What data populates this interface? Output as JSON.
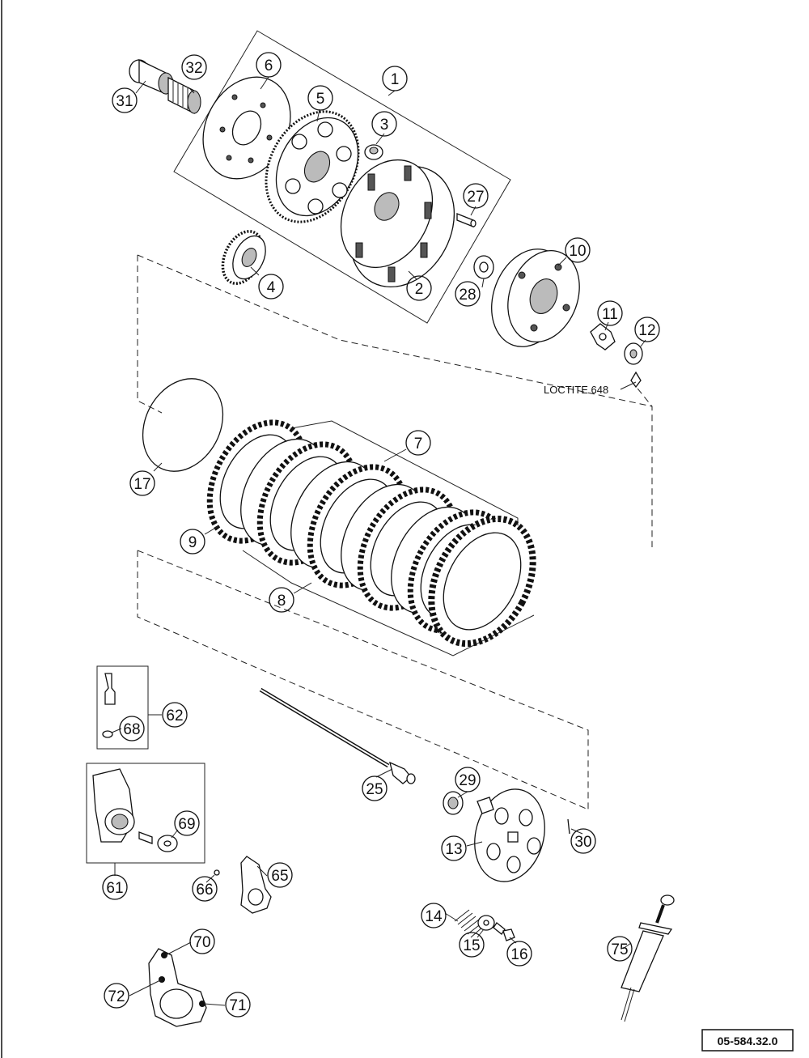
{
  "callouts": [
    {
      "id": "c1",
      "label": "1"
    },
    {
      "id": "c2",
      "label": "2"
    },
    {
      "id": "c3",
      "label": "3"
    },
    {
      "id": "c4",
      "label": "4"
    },
    {
      "id": "c5",
      "label": "5"
    },
    {
      "id": "c6",
      "label": "6"
    },
    {
      "id": "c7",
      "label": "7"
    },
    {
      "id": "c8",
      "label": "8"
    },
    {
      "id": "c9",
      "label": "9"
    },
    {
      "id": "c10",
      "label": "10"
    },
    {
      "id": "c11",
      "label": "11"
    },
    {
      "id": "c12",
      "label": "12"
    },
    {
      "id": "c13",
      "label": "13"
    },
    {
      "id": "c14",
      "label": "14"
    },
    {
      "id": "c15",
      "label": "15"
    },
    {
      "id": "c16",
      "label": "16"
    },
    {
      "id": "c17",
      "label": "17"
    },
    {
      "id": "c25",
      "label": "25"
    },
    {
      "id": "c27",
      "label": "27"
    },
    {
      "id": "c28",
      "label": "28"
    },
    {
      "id": "c29",
      "label": "29"
    },
    {
      "id": "c30",
      "label": "30"
    },
    {
      "id": "c31",
      "label": "31"
    },
    {
      "id": "c32",
      "label": "32"
    },
    {
      "id": "c61",
      "label": "61"
    },
    {
      "id": "c62",
      "label": "62"
    },
    {
      "id": "c65",
      "label": "65"
    },
    {
      "id": "c66",
      "label": "66"
    },
    {
      "id": "c68",
      "label": "68"
    },
    {
      "id": "c69",
      "label": "69"
    },
    {
      "id": "c70",
      "label": "70"
    },
    {
      "id": "c71",
      "label": "71"
    },
    {
      "id": "c72",
      "label": "72"
    },
    {
      "id": "c75",
      "label": "75"
    }
  ],
  "note": "LOCTITE 648",
  "drawing_number": "05-584.32.0"
}
